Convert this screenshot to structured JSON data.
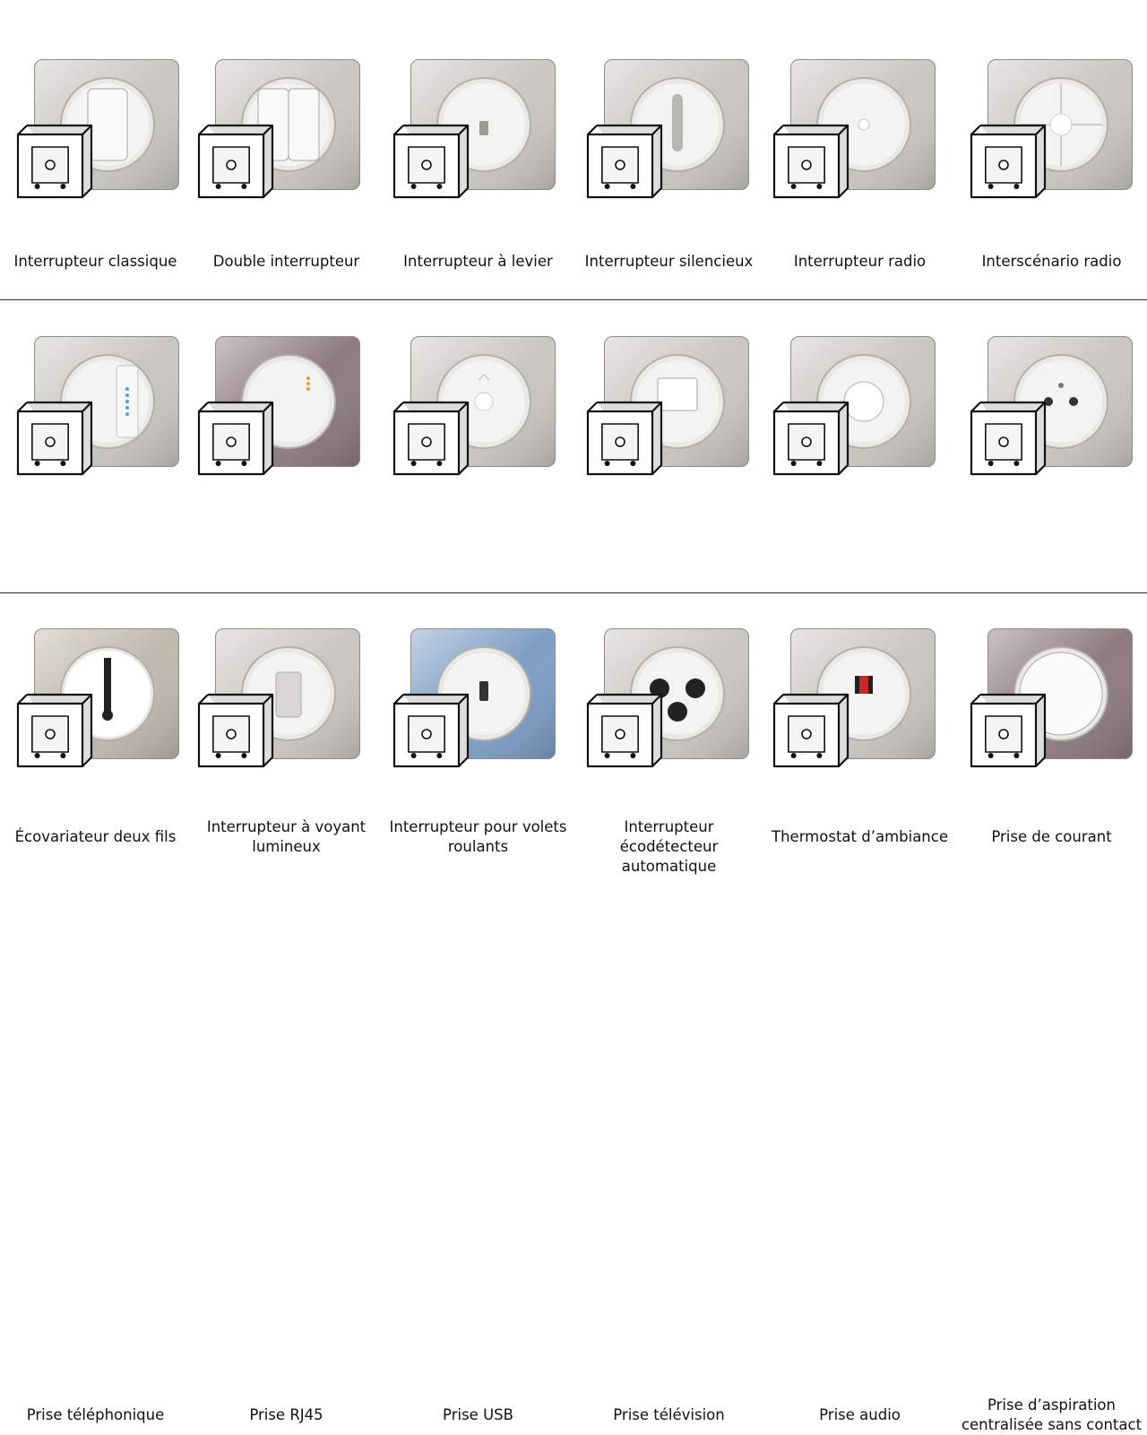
{
  "rows": [
    {
      "items": [
        {
          "label": "Interrupteur classique",
          "icon": "classic-switch-icon",
          "plate": "#c9c7c1"
        },
        {
          "label": "Double interrupteur",
          "icon": "double-switch-icon",
          "plate": "#c9c7c1"
        },
        {
          "label": "Interrupteur à levier",
          "icon": "lever-switch-icon",
          "plate": "#c9c7c1"
        },
        {
          "label": "Interrupteur silencieux",
          "icon": "silent-switch-icon",
          "plate": "#c9c7c1"
        },
        {
          "label": "Interrupteur radio",
          "icon": "radio-switch-icon",
          "plate": "#c9c7c1"
        },
        {
          "label": "Interscénario radio",
          "icon": "radio-scenario-switch-icon",
          "plate": "#c9c7c1"
        }
      ]
    },
    {
      "items": [
        {
          "label": "Écovariateur deux fils",
          "icon": "dimmer-icon",
          "plate": "#c9c7c1"
        },
        {
          "label": "Interrupteur à voyant\nlumineux",
          "icon": "indicator-light-switch-icon",
          "plate": "#8e7b7e"
        },
        {
          "label": "Interrupteur pour volets\nroulants",
          "icon": "shutter-switch-icon",
          "plate": "#c9c7c1"
        },
        {
          "label": "Interrupteur écodétecteur\nautomatique",
          "icon": "motion-detector-switch-icon",
          "plate": "#c9c7c1"
        },
        {
          "label": "Thermostat d’ambiance",
          "icon": "thermostat-icon",
          "plate": "#c9c7c1"
        },
        {
          "label": "Prise de courant",
          "icon": "power-socket-icon",
          "plate": "#c9c7c1"
        }
      ]
    },
    {
      "items": [
        {
          "label": "Prise téléphonique",
          "icon": "phone-socket-icon",
          "plate": "#bfb8ad"
        },
        {
          "label": "Prise RJ45",
          "icon": "rj45-socket-icon",
          "plate": "#c9c7c1"
        },
        {
          "label": "Prise USB",
          "icon": "usb-socket-icon",
          "plate": "#7e9ec4"
        },
        {
          "label": "Prise télévision",
          "icon": "tv-socket-icon",
          "plate": "#c9c7c1"
        },
        {
          "label": "Prise audio",
          "icon": "audio-socket-icon",
          "plate": "#c9c7c1"
        },
        {
          "label": "Prise d’aspiration\ncentralisée sans contact",
          "icon": "central-vacuum-socket-icon",
          "plate": "#8e7b7e"
        }
      ]
    }
  ]
}
